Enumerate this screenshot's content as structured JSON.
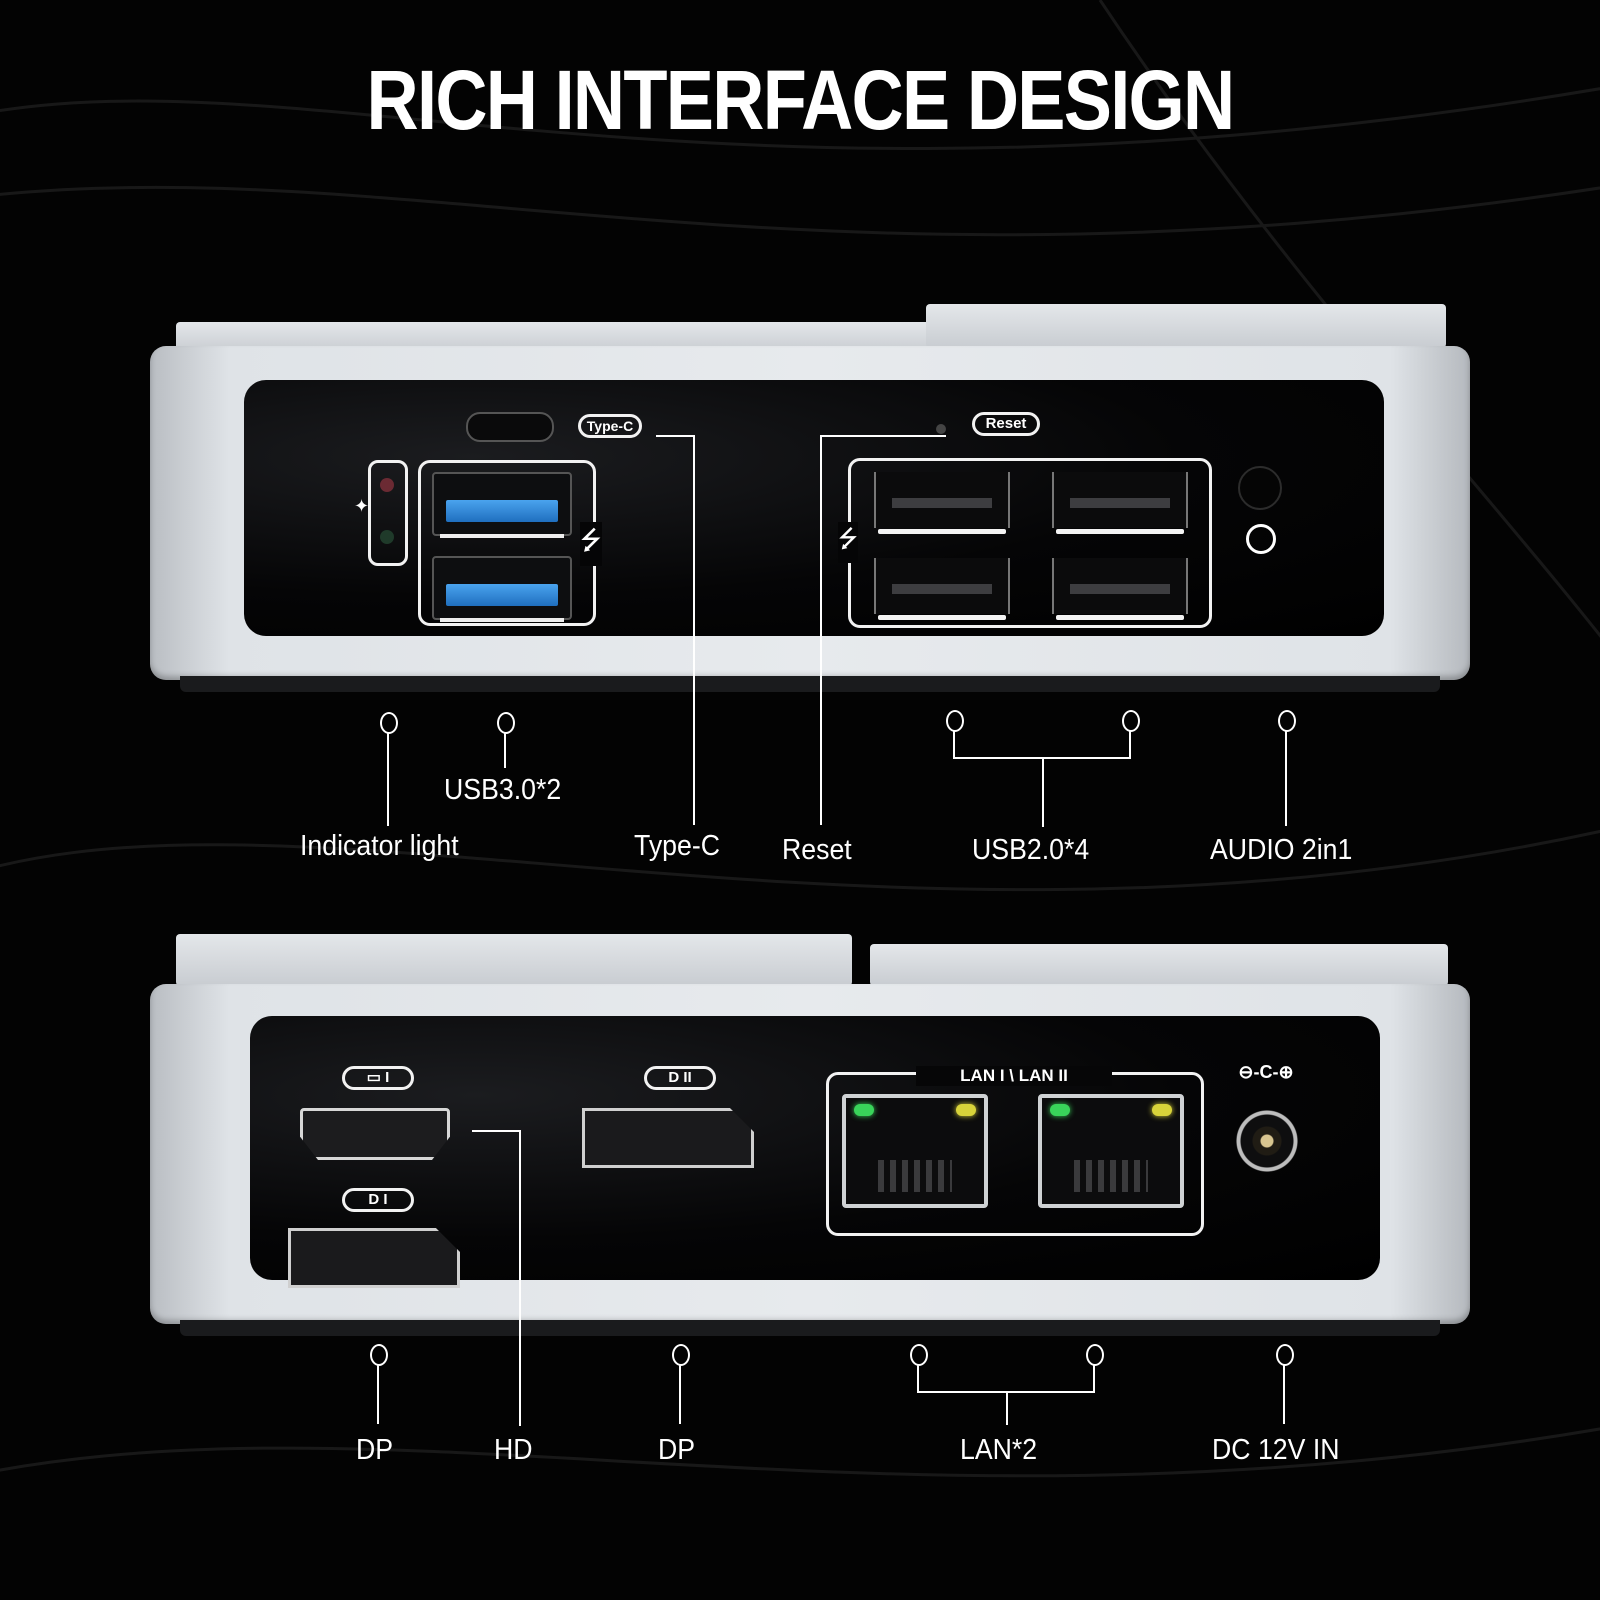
{
  "title": "RICH INTERFACE DESIGN",
  "front_panel": {
    "silk_labels": {
      "type_c": "Type-C",
      "reset": "Reset"
    },
    "callouts": [
      {
        "id": "indicator",
        "label": "Indicator light"
      },
      {
        "id": "usb3",
        "label": "USB3.0*2"
      },
      {
        "id": "typec",
        "label": "Type-C"
      },
      {
        "id": "reset",
        "label": "Reset"
      },
      {
        "id": "usb2",
        "label": "USB2.0*4"
      },
      {
        "id": "audio",
        "label": "AUDIO 2in1"
      }
    ],
    "icons": [
      "lightbulb-icon",
      "usb-icon",
      "headset-icon"
    ],
    "led_colors": {
      "power": "#6b2a33",
      "status": "#1f3a2a"
    },
    "usb3_color": "#2f86d8"
  },
  "rear_panel": {
    "silk_labels": {
      "hdmi": "▭ I",
      "dp1": "D I",
      "dp2": "D II",
      "lan": "LAN I \\ LAN II",
      "dc": "⊖-C-⊕"
    },
    "callouts": [
      {
        "id": "dp1",
        "label": "DP"
      },
      {
        "id": "hd",
        "label": "HD"
      },
      {
        "id": "dp2",
        "label": "DP"
      },
      {
        "id": "lan",
        "label": "LAN*2"
      },
      {
        "id": "dc",
        "label": "DC 12V IN"
      }
    ],
    "lan_led_colors": {
      "link": "#39d35a",
      "activity": "#d8d33a"
    }
  }
}
